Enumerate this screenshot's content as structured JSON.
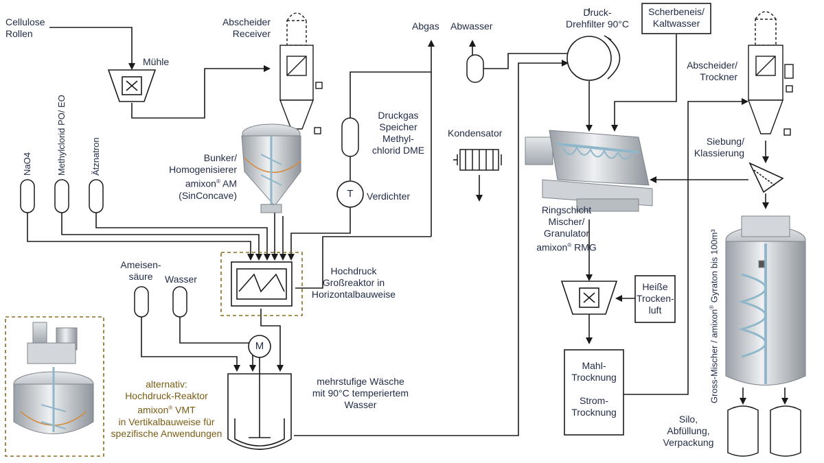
{
  "labels": {
    "cellulose": "Cellulose\nRollen",
    "muehle": "Mühle",
    "abscheider_receiver": "Abscheider\nReceiver",
    "abgas": "Abgas",
    "abwasser": "Abwasser",
    "druckfilter": "Druck-\nDrehfilter 90°C",
    "scherbeneis": "Scherbeneis/\nKaltwasser",
    "abscheider_trockner": "Abscheider/\nTrockner",
    "druckgas": "Druckgas\nSpeicher\nMethyl-\nchlorid DME",
    "kondensator": "Kondensator",
    "verdichter": "Verdichter",
    "nao4": "NaO4",
    "methylchlorid": "Methylclorid PO/ EO",
    "aetznatron": "Ätznatron",
    "bunker": "Bunker/\nHomogenisierer\namixon® AM\n(SinConcave)",
    "siebung": "Siebung/\nKlassierung",
    "ringschicht": "Ringschicht\nMischer/\nGranulator\namixon® RMG",
    "hochdruck": "Hochdruck\nGroßreaktor in\nHorizontalbauweise",
    "ameisensaeure": "Ameisen-\nsäure",
    "wasser": "Wasser",
    "heisse_luft": "Heiße\nTrocken-\nluft",
    "mahl": "Mahl-\nTrocknung\n\nStrom-\nTrocknung",
    "waesche": "mehrstufige Wäsche\nmit 90°C temperiertem\nWasser",
    "alternativ": "alternativ:\nHochdruck-Reaktor\namixon® VMT\nin Vertikalbauweise für\nspezifische Anwendungen",
    "gross_mischer": "Gross-Mischer / amixon® Gyraton bis 100m³",
    "silo": "Silo,\nAbfüllung,\nVerpackung",
    "motor": "M",
    "verdichter_symbol": "T"
  },
  "colors": {
    "line": "#1a1a1a",
    "text": "#1f2a44",
    "gold_text": "#7a5b12",
    "dashed_box": "#8a6a1e",
    "equipment_steel": "#c9cdd2"
  }
}
